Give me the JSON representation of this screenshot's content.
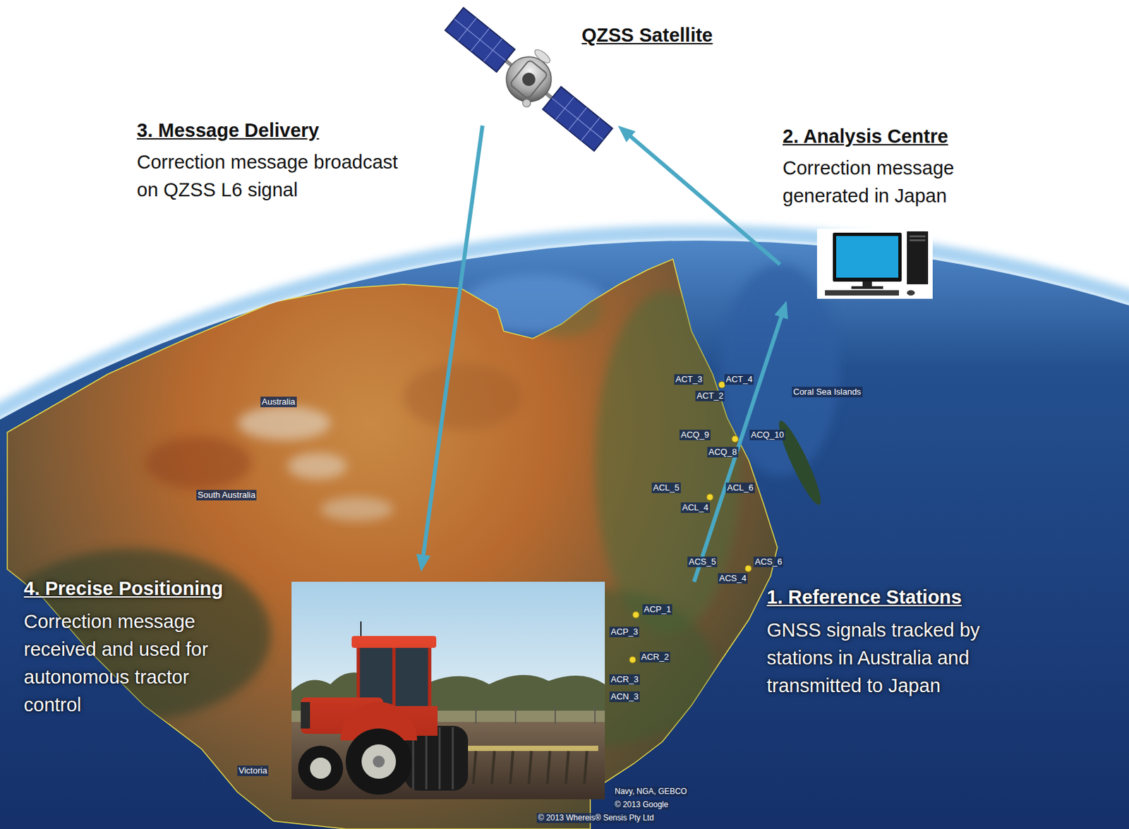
{
  "diagram": {
    "nodes": [
      {
        "text": [
          "QZSS Satellite"
        ]
      },
      {
        "text": [
          "2. Analysis Centre",
          "Correction message generated in Japan"
        ]
      },
      {
        "text": [
          "1. Reference Stations",
          "GNSS signals tracked by stations in Australia and transmitted to Japan"
        ]
      },
      {
        "text": [
          "4. Precise Positioning",
          "Correction message received and used for autonomous tractor control"
        ]
      }
    ],
    "edges": [
      {
        "from": 2,
        "to": 1,
        "arrow": "to"
      },
      {
        "from": 1,
        "to": 0,
        "arrow": "to"
      },
      {
        "from": 0,
        "to": 3,
        "arrow": "to"
      }
    ],
    "labels": [
      "3. Message Delivery",
      "Correction message broadcast on QZSS L6 signal",
      "Australia",
      "South Australia",
      "Coral Sea Islands",
      "ACT_3",
      "ACT_4",
      "ACT_2",
      "ACQ_9",
      "ACQ_10",
      "ACQ_8",
      "ACL_5",
      "ACL_6",
      "ACL_4",
      "ACS_5",
      "ACS_6",
      "ACS_4",
      "ACP_1",
      "ACP_3",
      "ACR_2",
      "ACR_3",
      "ACN_3",
      "Victoria",
      "Navy, NGA, GEBCO",
      "© 2013 Google",
      "© 2013 Whereis® Sensis Pty Ltd"
    ]
  }
}
